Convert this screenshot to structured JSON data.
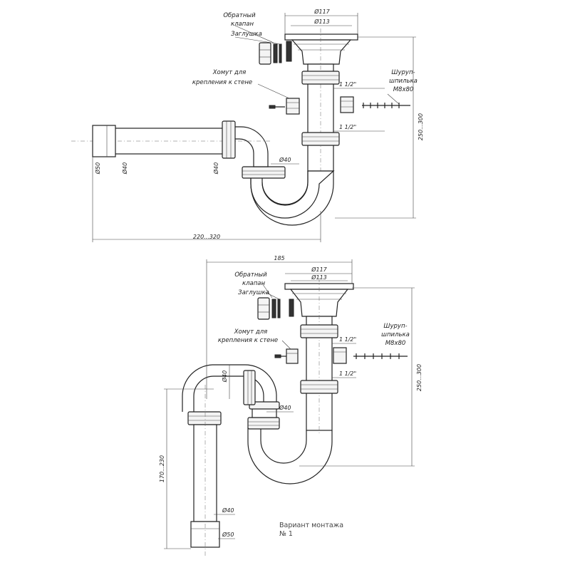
{
  "diagrams": [
    {
      "labels": {
        "check_valve": [
          "Обратный",
          "клапан"
        ],
        "plug": "Заглушка",
        "clamp": [
          "Хомут для",
          "крепления к стене"
        ],
        "screw": [
          "Шуруп-",
          "шпилька",
          "M8x80"
        ]
      },
      "dims": {
        "d117": "Ø117",
        "d113": "Ø113",
        "thread1": "1 1/2\"",
        "thread2": "1 1/2\"",
        "height": "250...300",
        "d40_trap": "Ø40",
        "d50": "Ø50",
        "d40_a": "Ø40",
        "d40_b": "Ø40",
        "width": "220...320"
      }
    },
    {
      "labels": {
        "check_valve": [
          "Обратный",
          "клапан"
        ],
        "plug": "Заглушка",
        "clamp": [
          "Хомут для",
          "крепления к стене"
        ],
        "screw": [
          "Шуруп-",
          "шпилька",
          "M8x80"
        ]
      },
      "dims": {
        "top": "185",
        "d117": "Ø117",
        "d113": "Ø113",
        "thread1": "1 1/2\"",
        "thread2": "1 1/2\"",
        "height": "250...300",
        "d40_elbow": "Ø40",
        "d40_trap": "Ø40",
        "vertical": "170...230",
        "d40_low": "Ø40",
        "d50": "Ø50"
      },
      "caption": [
        "Вариант монтажа",
        "№ 1"
      ]
    }
  ],
  "colors": {
    "line": "#222222",
    "background": "#ffffff"
  }
}
